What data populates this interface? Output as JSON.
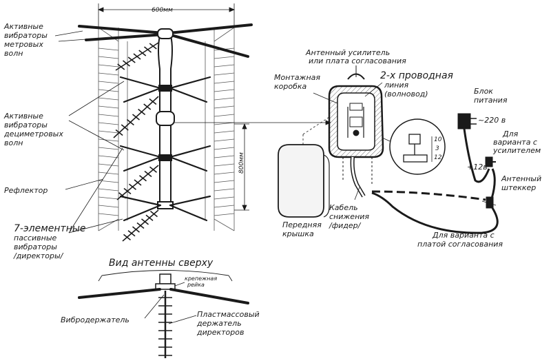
{
  "dimensions": {
    "width_label": "600мм",
    "height_label": "800мм",
    "detail_values": [
      "10",
      "3",
      "12"
    ]
  },
  "labels": {
    "meter_vibrators": [
      "Активные",
      "вибраторы",
      "метровых",
      "волн"
    ],
    "decimeter_vibrators": [
      "Активные",
      "вибраторы",
      "дециметровых",
      "волн"
    ],
    "reflector": [
      "Рефлектор"
    ],
    "passive_vibrators": [
      "7-элементные",
      "пассивные",
      "вибраторы",
      "/директоры/"
    ],
    "antenna_amplifier": [
      "Антенный усилитель",
      "или плата согласования"
    ],
    "mounting_box": [
      "Монтажная",
      "коробка"
    ],
    "two_wire_line": [
      "2-х проводная",
      "линия",
      "(волновод)"
    ],
    "power_block": [
      "Блок",
      "питания"
    ],
    "voltage_220": "~220 в",
    "amplifier_variant": [
      "Для",
      "варианта с",
      "усилителем"
    ],
    "voltage_12": "+12в",
    "antenna_plug": [
      "Антенный",
      "штеккер"
    ],
    "front_cover": [
      "Передняя",
      "крышка"
    ],
    "feeder_cable": [
      "Кабель",
      "снижения",
      "/фидер/"
    ],
    "matching_variant": [
      "Для варианта с",
      "платой согласования"
    ],
    "top_view_title": "Вид антенны сверху",
    "mounting_rail": [
      "крепежная",
      "рейка"
    ],
    "vibrator_holder": [
      "Вибродержатель"
    ],
    "plastic_holder": [
      "Пластмассовый",
      "держатель",
      "директоров"
    ]
  },
  "colors": {
    "ink": "#1a1a1a",
    "paper": "#ffffff",
    "hatch": "#6b6b6b"
  }
}
